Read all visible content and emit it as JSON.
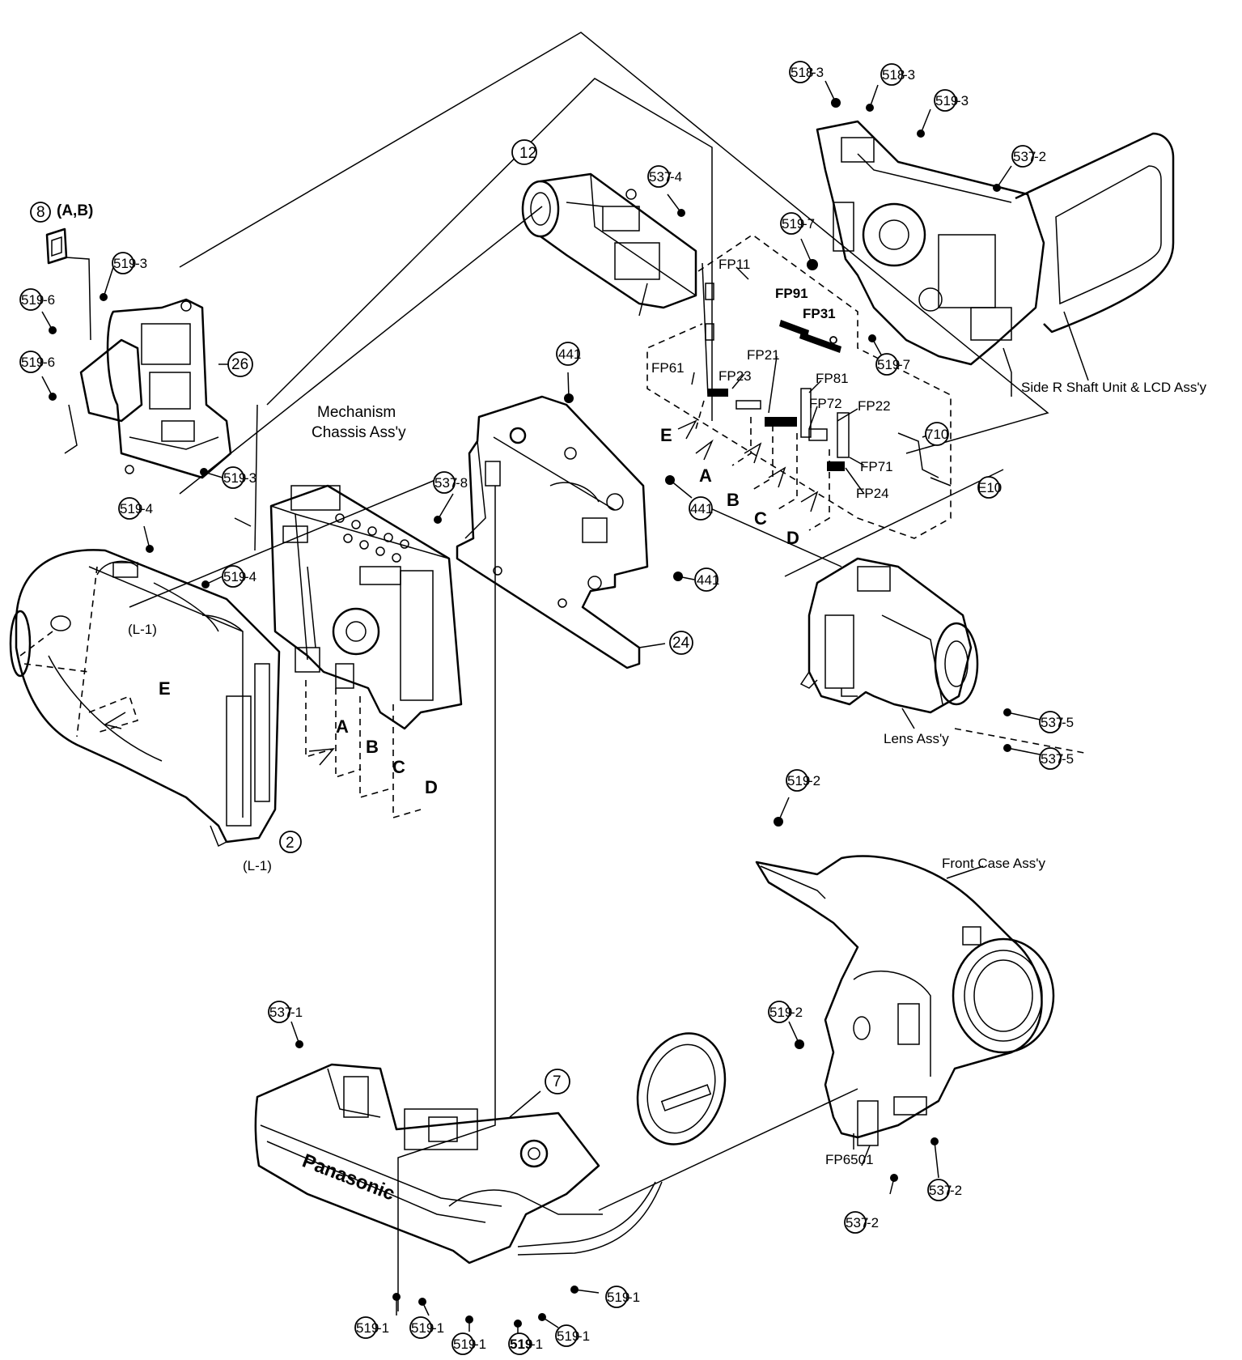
{
  "labels": {
    "p8": "8",
    "p8_suffix": "(A,B)",
    "p519_3_a": "519",
    "p519_3_a_suffix": "-3",
    "p519_6_a": "519",
    "p519_6_a_suffix": "-6",
    "p519_6_b": "519",
    "p519_6_b_suffix": "-6",
    "p26": "26",
    "p519_3_b": "519",
    "p519_3_b_suffix": "-3",
    "p519_4_a": "519",
    "p519_4_a_suffix": "-4",
    "p519_4_b": "519",
    "p519_4_b_suffix": "-4",
    "L1_a": "(L-1)",
    "L1_b": "(L-1)",
    "p2": "2",
    "E_left": "E",
    "p12": "12",
    "p537_4": "537",
    "p537_4_suffix": "-4",
    "mechanism": [
      "Mechanism",
      "Chassis Ass'y"
    ],
    "p441_a": "441",
    "p441_b": "441",
    "p441_c": "441",
    "p537_8": "537",
    "p537_8_suffix": "-8",
    "p24": "24",
    "A_mid": "A",
    "B_mid": "B",
    "C_mid": "C",
    "D_mid": "D",
    "p518_3_a": "518",
    "p518_3_a_suffix": "-3",
    "p518_3_b": "518",
    "p518_3_b_suffix": "-3",
    "p519_3_c": "519",
    "p519_3_c_suffix": "-3",
    "p537_2_a": "537",
    "p537_2_a_suffix": "-2",
    "p519_7_a": "519",
    "p519_7_a_suffix": "-7",
    "p519_7_b": "519",
    "p519_7_b_suffix": "-7",
    "side_r": "Side R Shaft Unit  & LCD Ass'y",
    "fp11": "FP11",
    "fp91": "FP91",
    "fp31": "FP31",
    "fp21": "FP21",
    "fp61": "FP61",
    "fp23": "FP23",
    "fp81": "FP81",
    "fp72": "FP72",
    "fp22": "FP22",
    "fp71": "FP71",
    "fp24": "FP24",
    "p710": "710",
    "e10": "E10",
    "E_board": "E",
    "A_board": "A",
    "B_board": "B",
    "C_board": "C",
    "D_board": "D",
    "lens": "Lens Ass'y",
    "p537_5_a": "537",
    "p537_5_a_suffix": "-5",
    "p537_5_b": "537",
    "p537_5_b_suffix": "-5",
    "p519_2_a": "519",
    "p519_2_a_suffix": "-2",
    "front_case": "Front Case Ass'y",
    "p519_2_b": "519",
    "p519_2_b_suffix": "-2",
    "fp6501": "FP6501",
    "p537_2_b": "537",
    "p537_2_b_suffix": "-2",
    "p537_2_c": "537",
    "p537_2_c_suffix": "-2",
    "p537_1": "537",
    "p537_1_suffix": "-1",
    "p7": "7",
    "brand": "Panasonic",
    "p519_1_a": "519",
    "p519_1_a_suffix": "-1",
    "p519_1_b": "519",
    "p519_1_b_suffix": "-1",
    "p519_1_c": "519",
    "p519_1_c_suffix": "-1",
    "p519_1_d": "519",
    "p519_1_d_suffix": "-1",
    "p519_1_e": "519",
    "p519_1_e_suffix": "-1",
    "p519_1_f": "519",
    "p519_1_f_suffix": "-1"
  }
}
